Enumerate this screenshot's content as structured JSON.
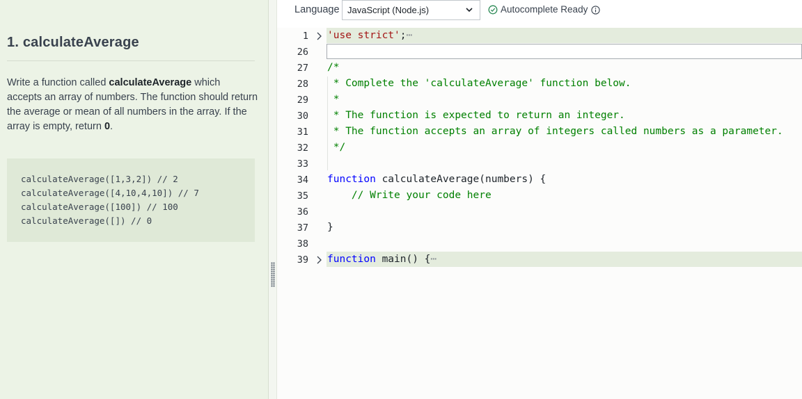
{
  "problem": {
    "title": "1. calculateAverage",
    "desc_part1": "Write a function called ",
    "desc_bold1": "calculateAverage",
    "desc_part2": " which accepts an array of numbers. The function should return the average or mean of all numbers in the array. If the array is empty, return ",
    "desc_bold2": "0",
    "desc_part3": ".",
    "examples": [
      "calculateAverage([1,3,2]) // 2",
      "calculateAverage([4,10,4,10]) // 7",
      "calculateAverage([100]) // 100",
      "calculateAverage([]) // 0"
    ]
  },
  "toolbar": {
    "language_label": "Language",
    "language_value": "JavaScript (Node.js)",
    "autocomplete_label": "Autocomplete Ready",
    "icons": [
      "chevron-down-icon",
      "check-circle-icon",
      "info-icon",
      "drag-handle-icon",
      "fold-arrow-icon"
    ],
    "accent_green": "#2e8b57"
  },
  "editor": {
    "lines": {
      "l1": "1",
      "l26": "26",
      "l27": "27",
      "l28": "28",
      "l29": "29",
      "l30": "30",
      "l31": "31",
      "l32": "32",
      "l33": "33",
      "l34": "34",
      "l35": "35",
      "l36": "36",
      "l37": "37",
      "l38": "38",
      "l39": "39"
    },
    "code": {
      "l1_str": "'use strict'",
      "l1_semi": ";",
      "ellipsis": "⋯",
      "l27": "/*",
      "l28": " * Complete the 'calculateAverage' function below.",
      "l29": " *",
      "l30": " * The function is expected to return an integer.",
      "l31": " * The function accepts an array of integers called numbers as a parameter.",
      "l32": " */",
      "l34_kw": "function",
      "l34_rest": " calculateAverage(numbers) {",
      "l35": "    // Write your code here",
      "l37": "}",
      "l39_kw": "function",
      "l39_rest": " main() {"
    }
  }
}
